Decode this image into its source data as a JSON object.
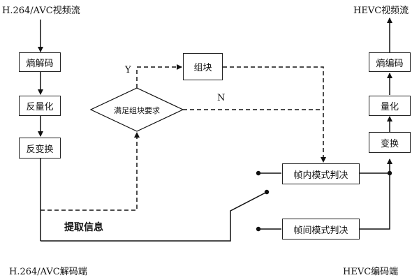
{
  "left_column": {
    "input_label": "H.264/AVC视频流",
    "box1": "熵解码",
    "box2": "反量化",
    "box3": "反变换",
    "footer": "H.264/AVC解码端"
  },
  "middle": {
    "decision": "满足组块要求",
    "block": "组块",
    "yes_label": "Y",
    "no_label": "N",
    "extract_label": "提取信息"
  },
  "right_column": {
    "output_label": "HEVC视频流",
    "box1": "熵编码",
    "box2": "量化",
    "box3": "变换",
    "intra": "帧内模式判决",
    "inter": "帧间模式判决",
    "footer": "HEVC编码端"
  }
}
